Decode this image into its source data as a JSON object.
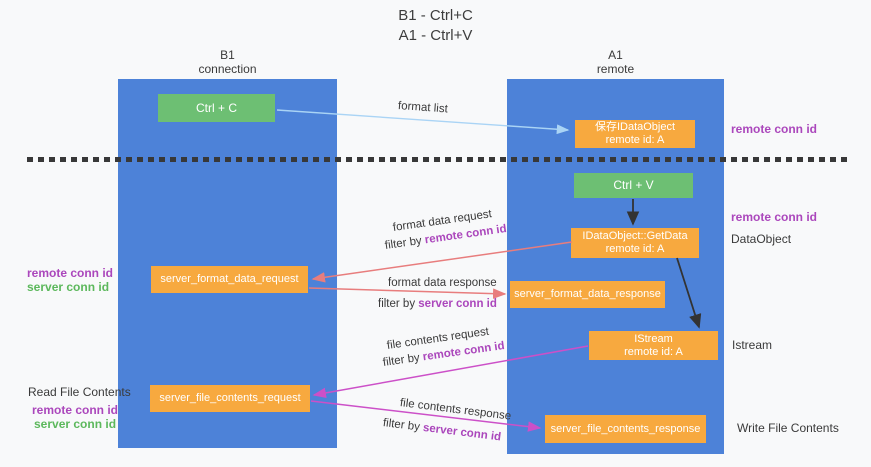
{
  "title": {
    "line1": "B1 - Ctrl+C",
    "line2": "A1 - Ctrl+V"
  },
  "lanes": {
    "left": {
      "title": "B1",
      "subtitle": "connection"
    },
    "right": {
      "title": "A1",
      "subtitle": "remote"
    }
  },
  "nodes": {
    "ctrl_c": "Ctrl + C",
    "ctrl_v": "Ctrl + V",
    "save_idataobject": {
      "line1": "保存IDataObject",
      "line2": "remote id: A"
    },
    "getdata": {
      "line1": "IDataObject::GetData",
      "line2": "remote id: A"
    },
    "istream": {
      "line1": "IStream",
      "line2": "remote id: A"
    },
    "server_format_data_request": "server_format_data_request",
    "server_format_data_response": "server_format_data_response",
    "server_file_contents_request": "server_file_contents_request",
    "server_file_contents_response": "server_file_contents_response"
  },
  "arrow_labels": {
    "format_list": "format list",
    "format_data_request": "format data request",
    "format_data_response": "format data response",
    "file_contents_request": "file contents request",
    "file_contents_response": "file contents response",
    "filter_by": "filter by",
    "remote_conn_id": "remote conn id",
    "server_conn_id": "server conn id"
  },
  "side_labels": {
    "remote_conn_id_top": "remote conn id",
    "remote_conn_id_mid": "remote conn id",
    "dataobject": "DataObject",
    "istream": "Istream",
    "write_file_contents": "Write File Contents",
    "read_file_contents": "Read File Contents",
    "left_remote_conn_id_1": "remote conn id",
    "left_server_conn_id_1": "server conn id",
    "left_remote_conn_id_2": "remote conn id",
    "left_server_conn_id_2": "server conn id"
  },
  "colors": {
    "lane_blue": "#4d82d8",
    "node_orange": "#f7a93f",
    "node_green": "#6dbf73",
    "conn_purple": "#ab47bc",
    "conn_green": "#5cb85c",
    "arrow_red": "#e87d7d",
    "arrow_magenta": "#cc50c8",
    "arrow_blue": "#aad4f5",
    "arrow_black": "#333333"
  }
}
